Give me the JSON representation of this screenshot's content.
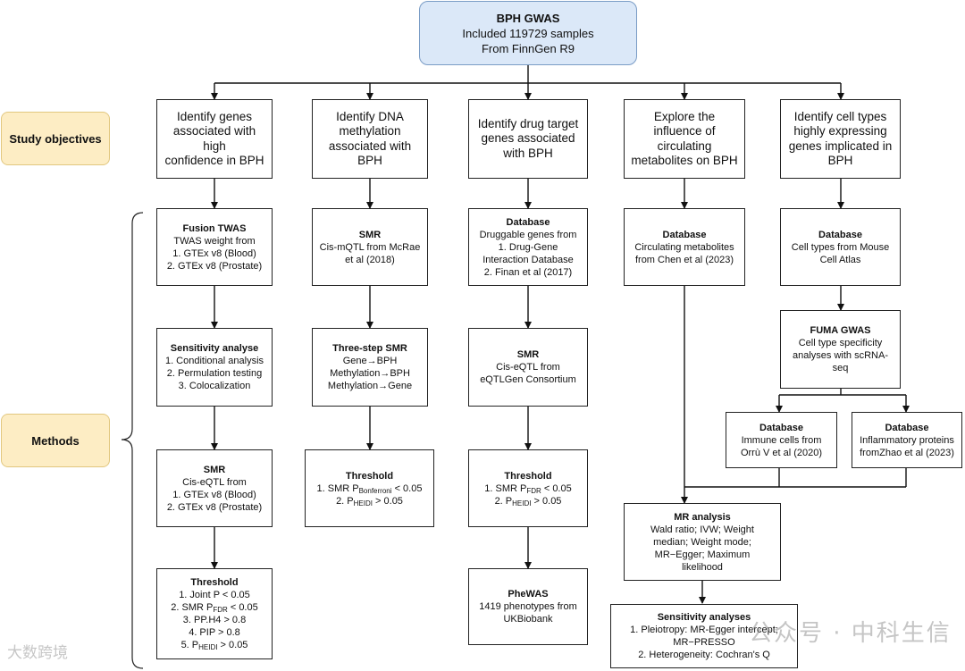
{
  "top": {
    "title": "BPH GWAS",
    "line1": "Included 119729 samples",
    "line2": "From FinnGen R9"
  },
  "labels": {
    "study_objectives": "Study objectives",
    "methods": "Methods"
  },
  "col1": {
    "objective": [
      "Identify genes",
      "associated with high",
      "confidence in BPH"
    ],
    "twas": {
      "title": "Fusion TWAS",
      "lines": [
        "TWAS weight from",
        "1. GTEx v8 (Blood)",
        "2. GTEx v8 (Prostate)"
      ]
    },
    "sensitivity": {
      "title": "Sensitivity analyse",
      "lines": [
        "1. Conditional analysis",
        "2. Permulation testing",
        "3. Colocalization"
      ]
    },
    "smr": {
      "title": "SMR",
      "lines": [
        "Cis-eQTL from",
        "1. GTEx v8 (Blood)",
        "2. GTEx v8 (Prostate)"
      ]
    },
    "threshold": {
      "title": "Threshold",
      "l1": "1. Joint P < 0.05",
      "l2_pre": "2. SMR P",
      "l2_sub": "FDR",
      "l2_post": " < 0.05",
      "l3": "3. PP.H4 > 0.8",
      "l4": "4. PIP > 0.8",
      "l5_pre": "5. P",
      "l5_sub": "HEIDI",
      "l5_post": " > 0.05"
    }
  },
  "col2": {
    "objective": [
      "Identify DNA",
      "methylation",
      "associated with",
      "BPH"
    ],
    "smr": {
      "title": "SMR",
      "lines": [
        "Cis-mQTL from McRae",
        "et al (2018)"
      ]
    },
    "three_step": {
      "title": "Three-step SMR",
      "lines": [
        "Gene→BPH",
        "Methylation→BPH",
        "Methylation→Gene"
      ]
    },
    "threshold": {
      "title": "Threshold",
      "l1_pre": "1. SMR P",
      "l1_sub": "Bonferroni",
      "l1_post": " < 0.05",
      "l2_pre": "2. P",
      "l2_sub": "HEIDI",
      "l2_post": " > 0.05"
    }
  },
  "col3": {
    "objective": [
      "Identify drug target",
      "genes associated",
      "with BPH"
    ],
    "database": {
      "title": "Database",
      "lines": [
        "Druggable genes from",
        "1. Drug-Gene",
        "Interaction Database",
        "2. Finan et al (2017)"
      ]
    },
    "smr": {
      "title": "SMR",
      "lines": [
        "Cis-eQTL from",
        "eQTLGen Consortium"
      ]
    },
    "threshold": {
      "title": "Threshold",
      "l1_pre": "1. SMR P",
      "l1_sub": "FDR",
      "l1_post": " < 0.05",
      "l2_pre": "2. P",
      "l2_sub": "HEIDI",
      "l2_post": " > 0.05"
    },
    "phewas": {
      "title": "PheWAS",
      "lines": [
        "1419 phenotypes from",
        "UKBiobank"
      ]
    }
  },
  "col4": {
    "objective": [
      "Explore the",
      "influence of",
      "circulating",
      "metabolites on BPH"
    ],
    "database": {
      "title": "Database",
      "lines": [
        "Circulating metabolites",
        "from Chen et al (2023)"
      ]
    },
    "mr": {
      "title": "MR analysis",
      "lines": [
        "Wald ratio; IVW; Weight",
        "median; Weight mode;",
        "MR−Egger; Maximum",
        "likelihood"
      ]
    },
    "sens": {
      "title": "Sensitivity analyses",
      "lines": [
        "1. Pleiotropy: MR-Egger intercept;",
        "MR−PRESSO",
        "2. Heterogeneity: Cochran's Q"
      ]
    }
  },
  "col5": {
    "objective": [
      "Identify cell types",
      "highly expressing",
      "genes implicated in",
      "BPH"
    ],
    "database": {
      "title": "Database",
      "lines": [
        "Cell types from Mouse",
        "Cell Atlas"
      ]
    },
    "fuma": {
      "title": "FUMA GWAS",
      "lines": [
        "Cell type specificity",
        "analyses with scRNA-",
        "seq"
      ]
    },
    "immune": {
      "title": "Database",
      "lines": [
        "Immune cells from",
        "Orrù V et al (2020)"
      ]
    },
    "inflam": {
      "title": "Database",
      "lines": [
        "Inflammatory proteins",
        "fromZhao et al (2023)"
      ]
    }
  },
  "watermarks": {
    "right": "公众号 · 中科生信",
    "left": "大数跨境"
  }
}
